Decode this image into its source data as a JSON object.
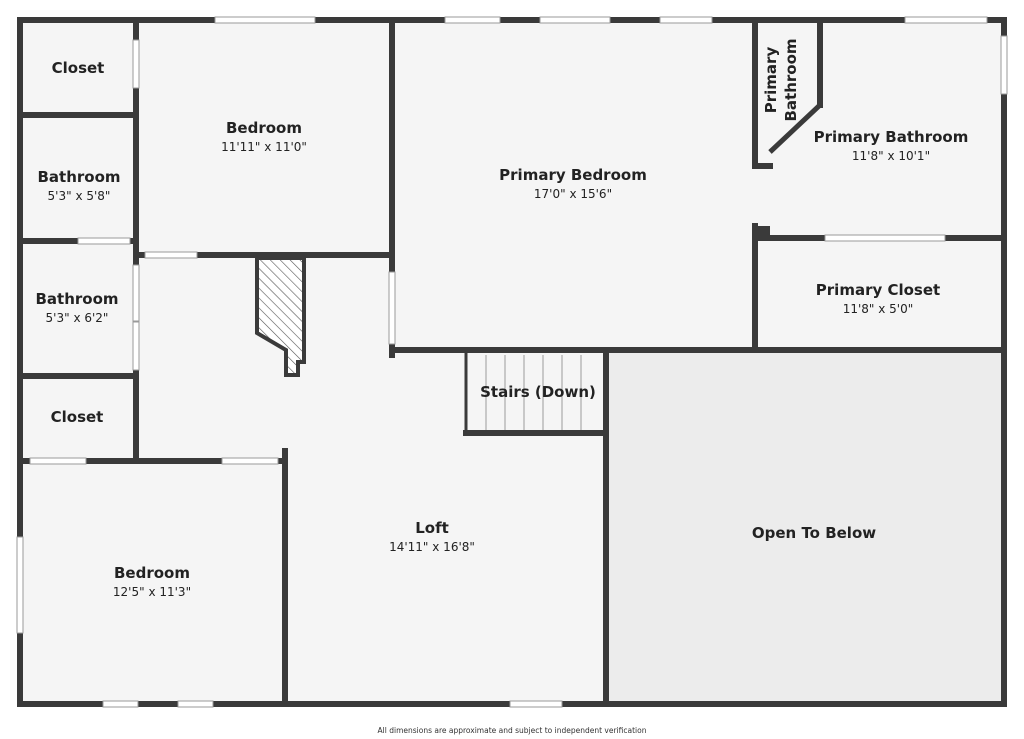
{
  "colors": {
    "wall": "#3a3a3a",
    "floor": "#f5f5f5",
    "open_to_below": "#ececec",
    "window": "#ffffff",
    "window_line": "#9a9a9a"
  },
  "rooms": {
    "closet_top": {
      "name": "Closet"
    },
    "bathroom_1": {
      "name": "Bathroom",
      "dims": "5'3\" x 5'8\""
    },
    "bathroom_2": {
      "name": "Bathroom",
      "dims": "5'3\" x 6'2\""
    },
    "closet_bottom": {
      "name": "Closet"
    },
    "bedroom_top": {
      "name": "Bedroom",
      "dims": "11'11\" x 11'0\""
    },
    "bedroom_bottom": {
      "name": "Bedroom",
      "dims": "12'5\" x 11'3\""
    },
    "primary_bedroom": {
      "name": "Primary Bedroom",
      "dims": "17'0\" x 15'6\""
    },
    "primary_bath_small": {
      "name_line1": "Primary",
      "name_line2": "Bathroom"
    },
    "primary_bathroom": {
      "name": "Primary Bathroom",
      "dims": "11'8\" x 10'1\""
    },
    "primary_closet": {
      "name": "Primary Closet",
      "dims": "11'8\" x 5'0\""
    },
    "stairs": {
      "name": "Stairs (Down)"
    },
    "loft": {
      "name": "Loft",
      "dims": "14'11\" x 16'8\""
    },
    "open_to_below": {
      "name": "Open To Below"
    }
  },
  "disclaimer": "All dimensions are approximate and subject to independent verification"
}
